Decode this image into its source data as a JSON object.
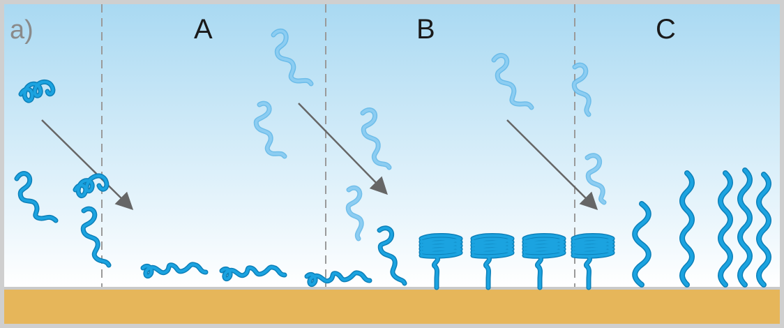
{
  "figure": {
    "part_label": "a)",
    "panels": [
      {
        "label": "A"
      },
      {
        "label": "B"
      },
      {
        "label": "C"
      }
    ]
  },
  "colors": {
    "sky_top": "#a9d9f2",
    "sky_bottom": "#ffffff",
    "substrate": "#e6b65a",
    "substrate_edge": "#c9c9c9",
    "frame": "#cfcfcf",
    "divider": "#9a9a9a",
    "arrow": "#666666",
    "chain_adsorbed": "#1ba3e0",
    "chain_solution": "#8ccdf2",
    "chain_outline": "#0b7fb8",
    "chain_solution_outline": "#5db5e6"
  }
}
